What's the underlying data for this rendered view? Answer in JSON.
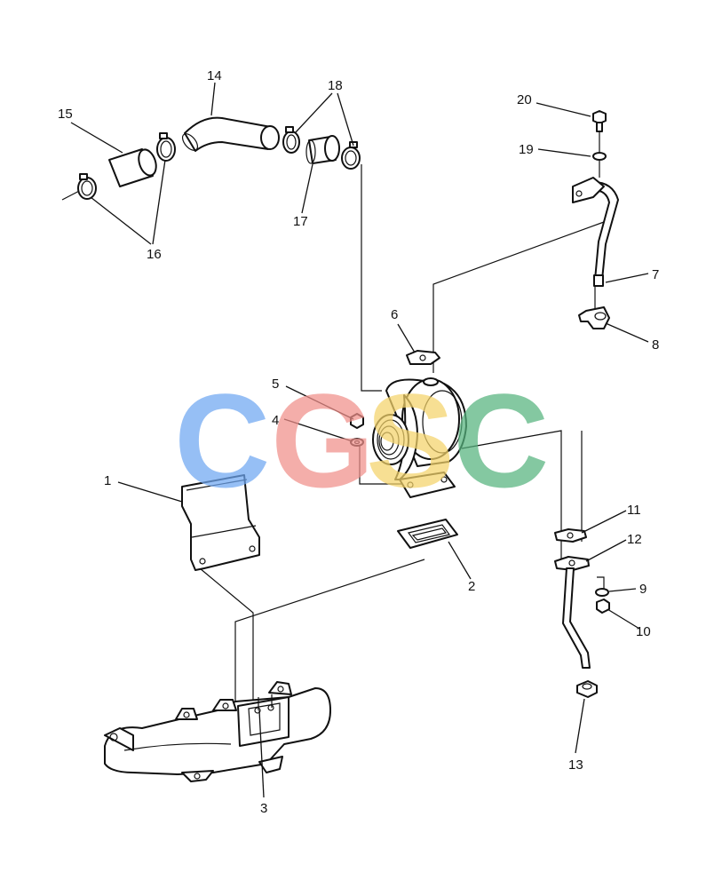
{
  "callouts": {
    "c1": "1",
    "c2": "2",
    "c3": "3",
    "c4": "4",
    "c5": "5",
    "c6": "6",
    "c7": "7",
    "c8": "8",
    "c9": "9",
    "c10": "10",
    "c11": "11",
    "c12": "12",
    "c13": "13",
    "c14": "14",
    "c15": "15",
    "c16": "16",
    "c17": "17",
    "c18": "18",
    "c19": "19",
    "c20": "20"
  },
  "watermark": {
    "text": "CGSC",
    "colors": [
      "#6fa7f2",
      "#f08f8a",
      "#f5d46a",
      "#56b37e"
    ]
  }
}
